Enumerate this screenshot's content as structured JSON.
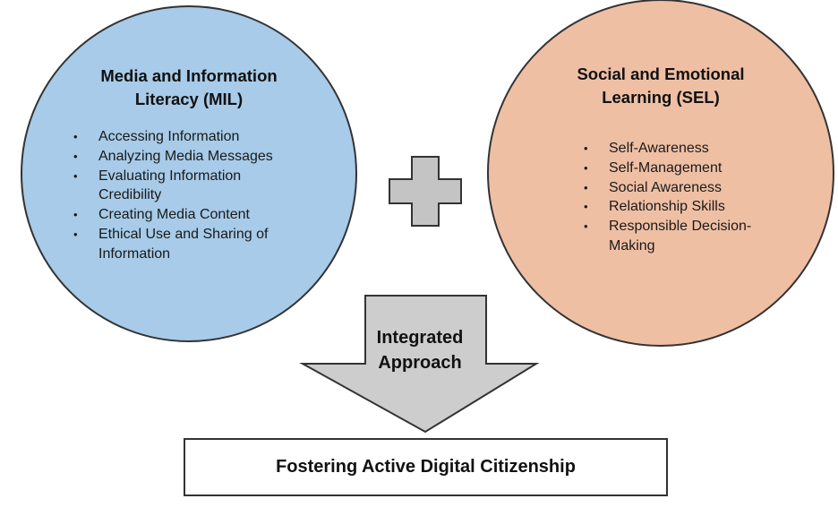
{
  "colors": {
    "mil_circle": "#a7cbe8",
    "sel_circle": "#efbfa4",
    "plus_fill": "#c4c4c4",
    "arrow_fill": "#cdcdcd",
    "outline": "#333333"
  },
  "mil": {
    "title_line1": "Media and Information",
    "title_line2": "Literacy (MIL)",
    "items": [
      "Accessing Information",
      "Analyzing Media Messages",
      "Evaluating Information Credibility",
      "Creating Media Content",
      "Ethical Use and Sharing of Information"
    ]
  },
  "sel": {
    "title_line1": "Social and Emotional",
    "title_line2": "Learning (SEL)",
    "items": [
      "Self-Awareness",
      "Self-Management",
      "Social Awareness",
      "Relationship Skills",
      "Responsible Decision-Making"
    ]
  },
  "plus": {
    "icon": "plus-icon"
  },
  "arrow": {
    "icon": "down-arrow-icon",
    "label_line1": "Integrated",
    "label_line2": "Approach"
  },
  "result": {
    "label": "Fostering Active Digital Citizenship"
  }
}
